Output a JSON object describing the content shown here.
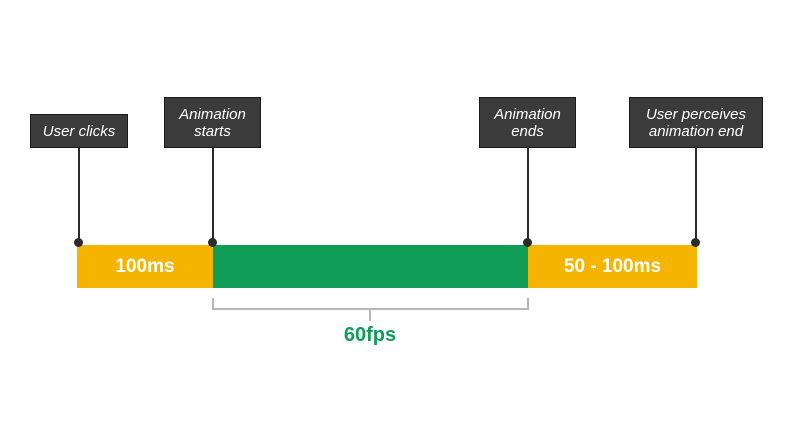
{
  "callouts": {
    "user_clicks": "User clicks",
    "animation_starts": "Animation\nstarts",
    "animation_ends": "Animation\nends",
    "user_perceives": "User perceives\nanimation end"
  },
  "segments": {
    "response": {
      "label": "100ms",
      "color": "#f4b400"
    },
    "animation": {
      "label": "",
      "color": "#0f9d58"
    },
    "perception": {
      "label": "50 - 100ms",
      "color": "#f4b400"
    }
  },
  "fps": {
    "label": "60fps",
    "color": "#0f9d58"
  }
}
